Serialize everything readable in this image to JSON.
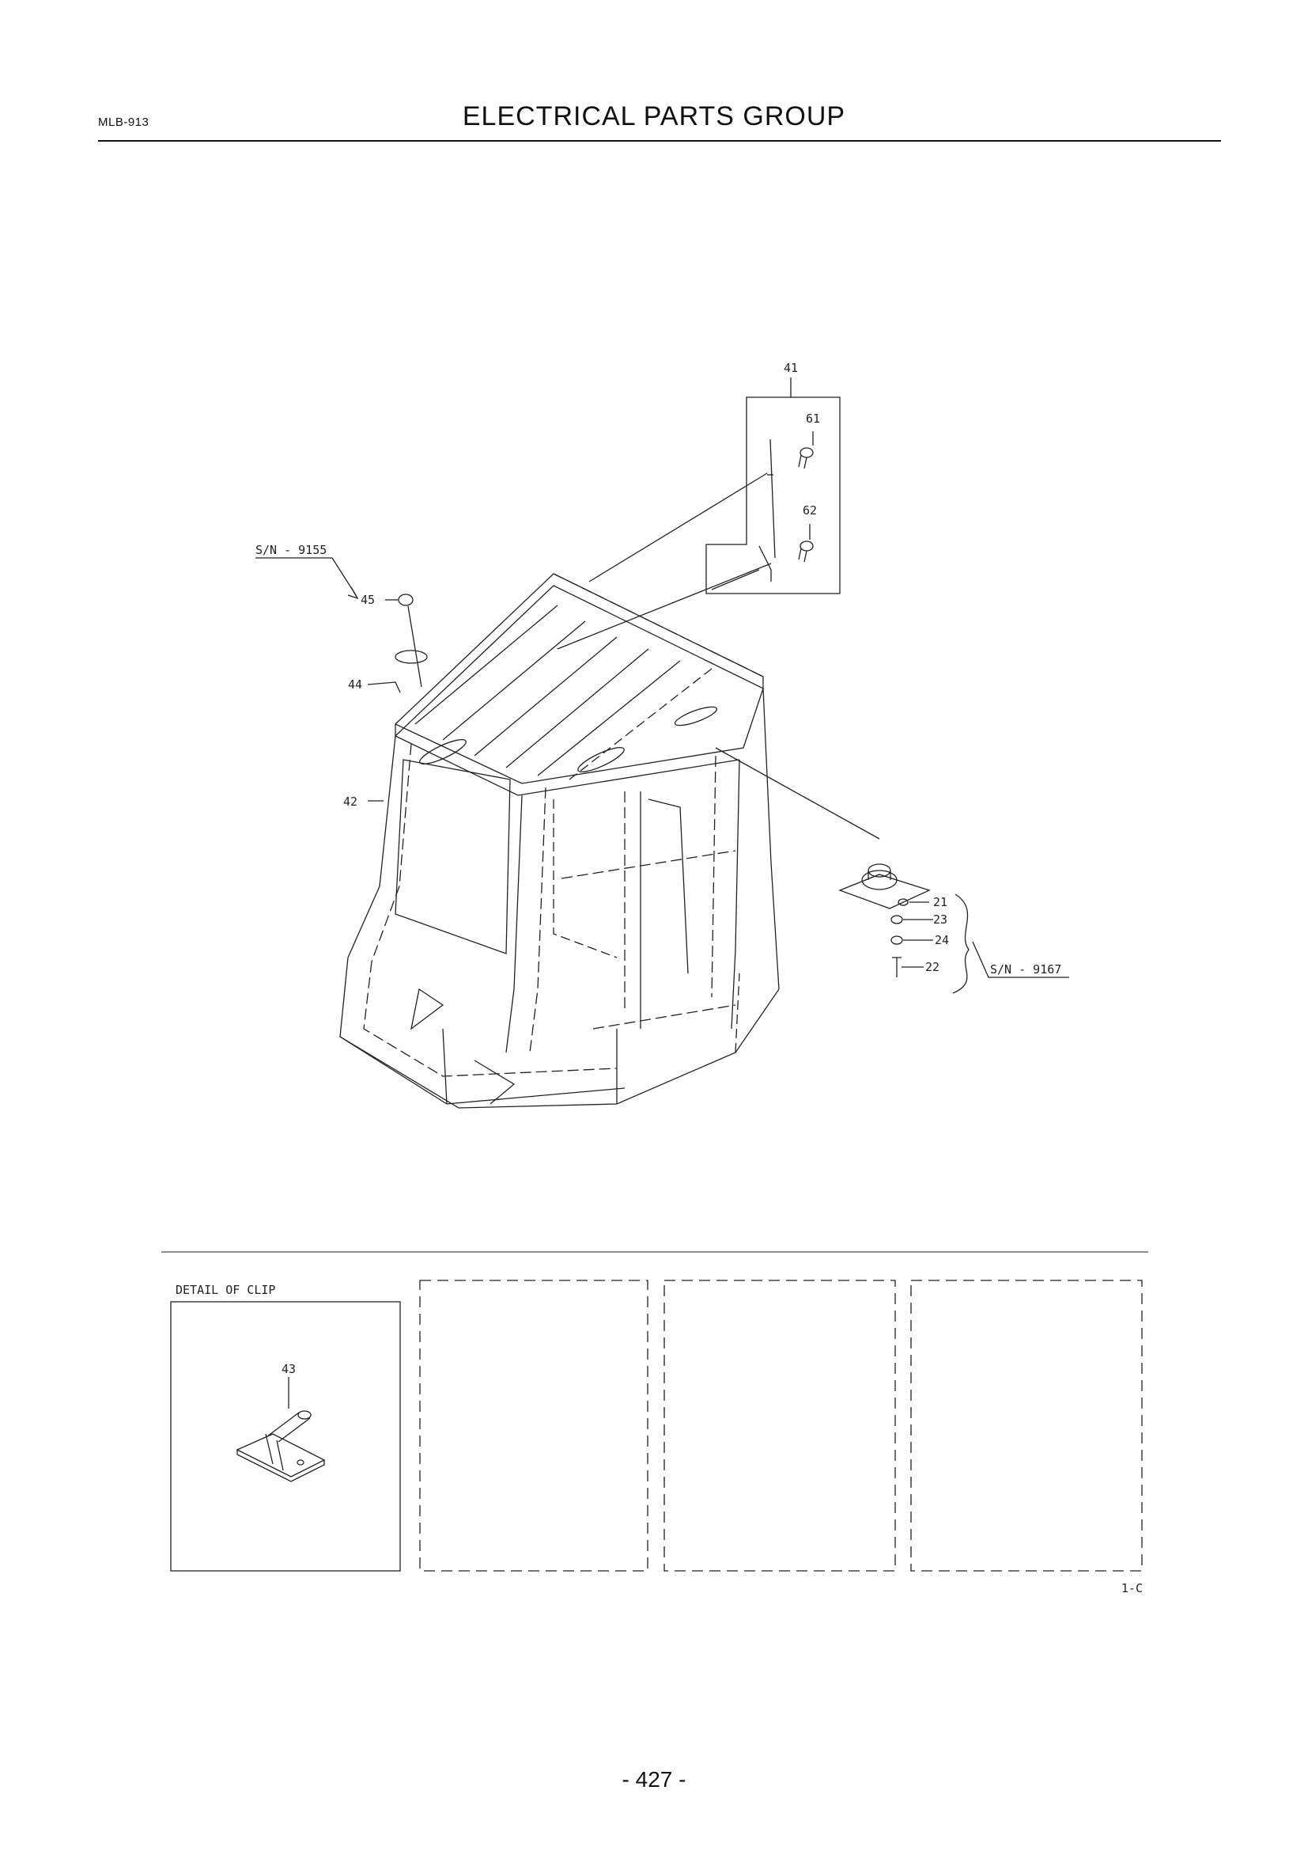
{
  "header": {
    "code": "MLB-913",
    "title": "ELECTRICAL PARTS GROUP"
  },
  "diagram": {
    "callouts": {
      "p41": "41",
      "p61": "61",
      "p62": "62",
      "p45": "45",
      "p44": "44",
      "p42": "42",
      "p21": "21",
      "p23": "23",
      "p24": "24",
      "p22": "22"
    },
    "sn_left": "S/N - 9155",
    "sn_right": "S/N - 9167"
  },
  "detail": {
    "title": "DETAIL OF CLIP",
    "part": "43",
    "figure_code": "1-C"
  },
  "footer": {
    "page_number": "- 427 -"
  }
}
